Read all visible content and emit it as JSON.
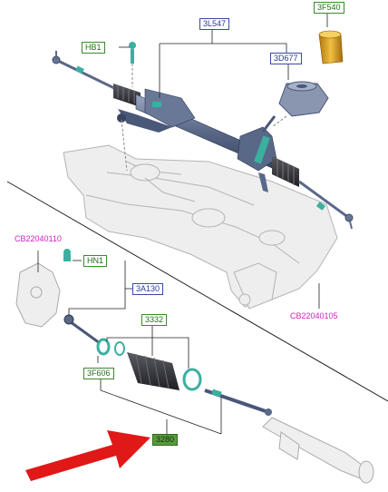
{
  "labels": {
    "l_3l547": "3L547",
    "l_3f540": "3F540",
    "l_hb1": "HB1",
    "l_3d677": "3D677",
    "l_cb110": "CB22040110",
    "l_hn1": "HN1",
    "l_3a130": "3A130",
    "l_3332": "3332",
    "l_3f606": "3F606",
    "l_3280": "3280",
    "l_cb105": "CB22040105"
  },
  "colors": {
    "part_dark": "#4a5878",
    "part_mid": "#7a88a8",
    "teal": "#3ab0a0",
    "ghost": "#d8d8d8",
    "ghost_line": "#9a9a9a",
    "yellow": "#e0a820",
    "red_arrow": "#e01818",
    "label_blue": "#3a4aa8",
    "label_green": "#3c8a2c",
    "label_magenta": "#d020c0"
  }
}
